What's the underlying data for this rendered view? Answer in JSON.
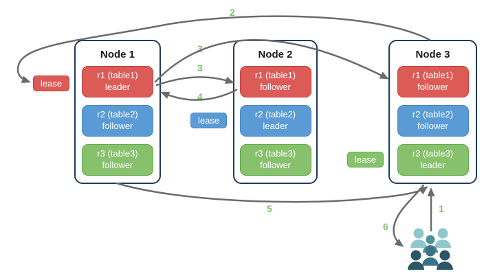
{
  "colors": {
    "red": "#DC5B57",
    "red-border": "#C23F3B",
    "blue": "#5B9BD5",
    "blue-border": "#4587C7",
    "green": "#87C16C",
    "green-border": "#62A94B",
    "node-border": "#203A5C",
    "arrow": "#6B6B6B",
    "num-green": "#86BE6A",
    "teal-light": "#8FC7CA",
    "teal-mid": "#4F8E9A",
    "teal-mid-dark": "#3C7286",
    "teal-dark": "#2B5666"
  },
  "nodes": [
    {
      "title": "Node 1",
      "replicas": [
        {
          "name": "r1 (table1)",
          "role": "leader",
          "color": "red"
        },
        {
          "name": "r2 (table2)",
          "role": "follower",
          "color": "blue"
        },
        {
          "name": "r3 (table3)",
          "role": "follower",
          "color": "green"
        }
      ]
    },
    {
      "title": "Node 2",
      "replicas": [
        {
          "name": "r1 (table1)",
          "role": "follower",
          "color": "red"
        },
        {
          "name": "r2 (table2)",
          "role": "leader",
          "color": "blue"
        },
        {
          "name": "r3 (table3)",
          "role": "follower",
          "color": "green"
        }
      ]
    },
    {
      "title": "Node 3",
      "replicas": [
        {
          "name": "r1 (table1)",
          "role": "follower",
          "color": "red"
        },
        {
          "name": "r2 (table2)",
          "role": "follower",
          "color": "blue"
        },
        {
          "name": "r3 (table3)",
          "role": "leader",
          "color": "green"
        }
      ]
    }
  ],
  "leases": [
    {
      "label": "lease",
      "color": "red"
    },
    {
      "label": "lease",
      "color": "blue"
    },
    {
      "label": "lease",
      "color": "green"
    }
  ],
  "steps": [
    {
      "text": "1"
    },
    {
      "text": "2"
    },
    {
      "text": "3"
    },
    {
      "text": "3"
    },
    {
      "text": "4"
    },
    {
      "text": "5"
    },
    {
      "text": "6"
    }
  ]
}
